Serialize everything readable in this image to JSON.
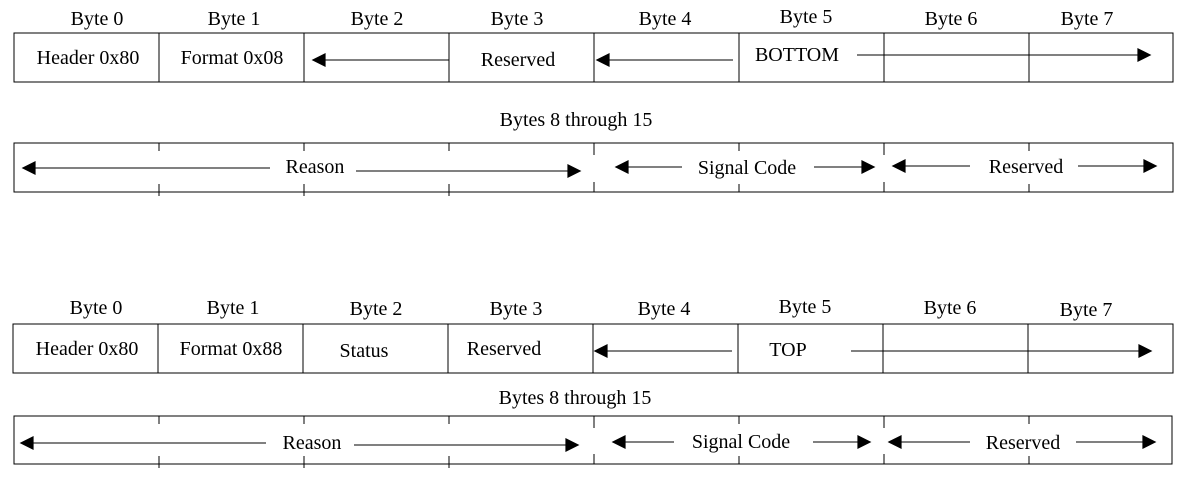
{
  "formats": [
    {
      "byte_headers": [
        "Byte 0",
        "Byte 1",
        "Byte 2",
        "Byte 3",
        "Byte 4",
        "Byte 5",
        "Byte 6",
        "Byte 7"
      ],
      "row1": {
        "header": "Header 0x80",
        "format": "Format 0x08",
        "reserved": "Reserved",
        "position": "BOTTOM"
      },
      "subtitle": "Bytes 8 through 15",
      "row2": {
        "reason": "Reason",
        "signal_code": "Signal Code",
        "reserved": "Reserved"
      }
    },
    {
      "byte_headers": [
        "Byte 0",
        "Byte 1",
        "Byte 2",
        "Byte 3",
        "Byte 4",
        "Byte 5",
        "Byte 6",
        "Byte 7"
      ],
      "row1": {
        "header": "Header 0x80",
        "format": "Format 0x88",
        "status": "Status",
        "reserved": "Reserved",
        "position": "TOP"
      },
      "subtitle": "Bytes 8 through 15",
      "row2": {
        "reason": "Reason",
        "signal_code": "Signal Code",
        "reserved": "Reserved"
      }
    }
  ]
}
